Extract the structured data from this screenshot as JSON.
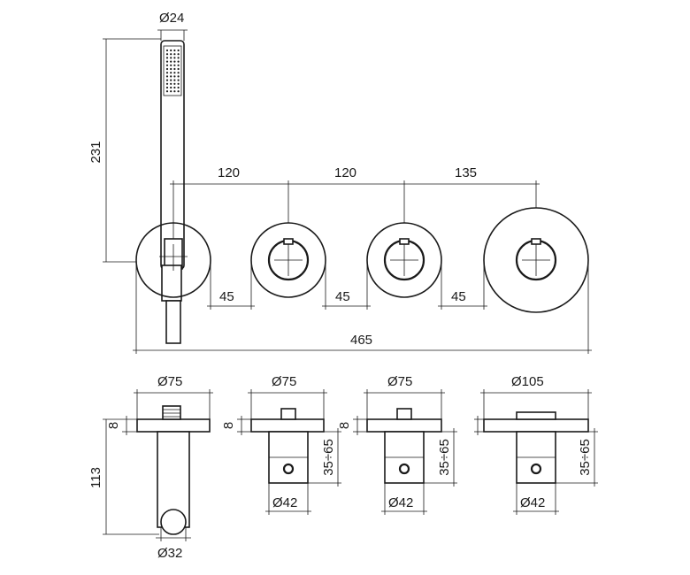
{
  "labels": {
    "handle_dia": "Ø24",
    "handle_height": "231",
    "spacing_1": "120",
    "spacing_2": "120",
    "spacing_3": "135",
    "gap_1": "45",
    "gap_2": "45",
    "gap_3": "45",
    "overall_width": "465",
    "diverter": {
      "plate_dia": "Ø75",
      "plate_thickness": "8",
      "depth": "113",
      "outlet_dia": "Ø32"
    },
    "valve_1": {
      "plate_dia": "Ø75",
      "plate_thickness": "8",
      "depth_range": "35÷65",
      "body_dia": "Ø42"
    },
    "valve_2": {
      "plate_dia": "Ø75",
      "plate_thickness": "8",
      "depth_range": "35÷65",
      "body_dia": "Ø42"
    },
    "valve_3": {
      "plate_dia": "Ø105",
      "depth_range": "35÷65",
      "body_dia": "Ø42"
    }
  },
  "colors": {
    "line": "#1a1a1a",
    "background": "#ffffff"
  }
}
